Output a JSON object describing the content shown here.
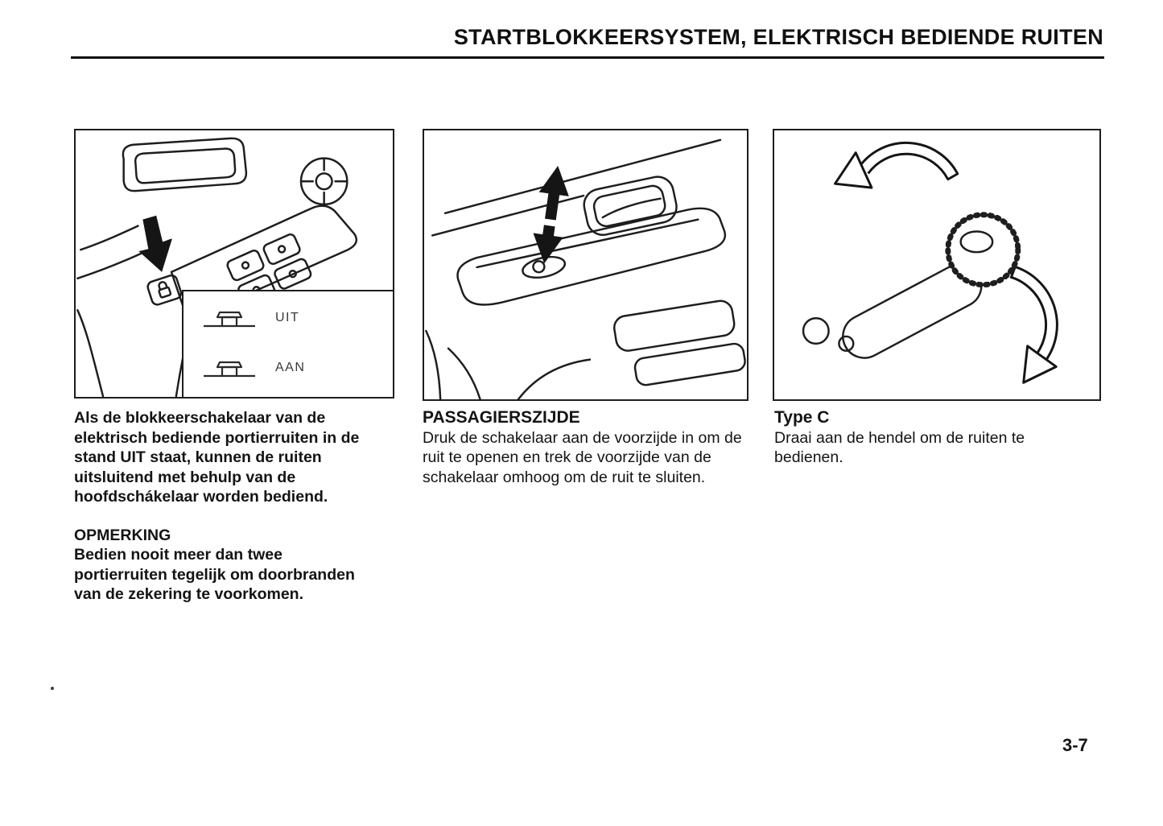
{
  "page": {
    "header": "STARTBLOKKEERSYSTEM, ELEKTRISCH BEDIENDE RUITEN",
    "page_number": "3-7"
  },
  "figure1": {
    "uit_label": "UIT",
    "aan_label": "AAN"
  },
  "columns": {
    "col1": {
      "para1": "Als de blokkeerschakelaar van de elektrisch bediende portierruiten in de stand UIT staat, kunnen de ruiten uitsluitend met behulp van de hoofdschákelaar worden bediend.",
      "note_heading": "OPMERKING",
      "note_body": "Bedien nooit meer dan twee portierruiten tegelijk om doorbranden van de zekering te voorkomen."
    },
    "col2": {
      "heading": "PASSAGIERSZIJDE",
      "body": "Druk de schakelaar aan de voorzijde in om de ruit te openen en trek de voorzijde van de schakelaar omhoog om de ruit te sluiten."
    },
    "col3": {
      "heading": "Type C",
      "body": "Draai aan de hendel om de ruiten te bedienen."
    }
  }
}
